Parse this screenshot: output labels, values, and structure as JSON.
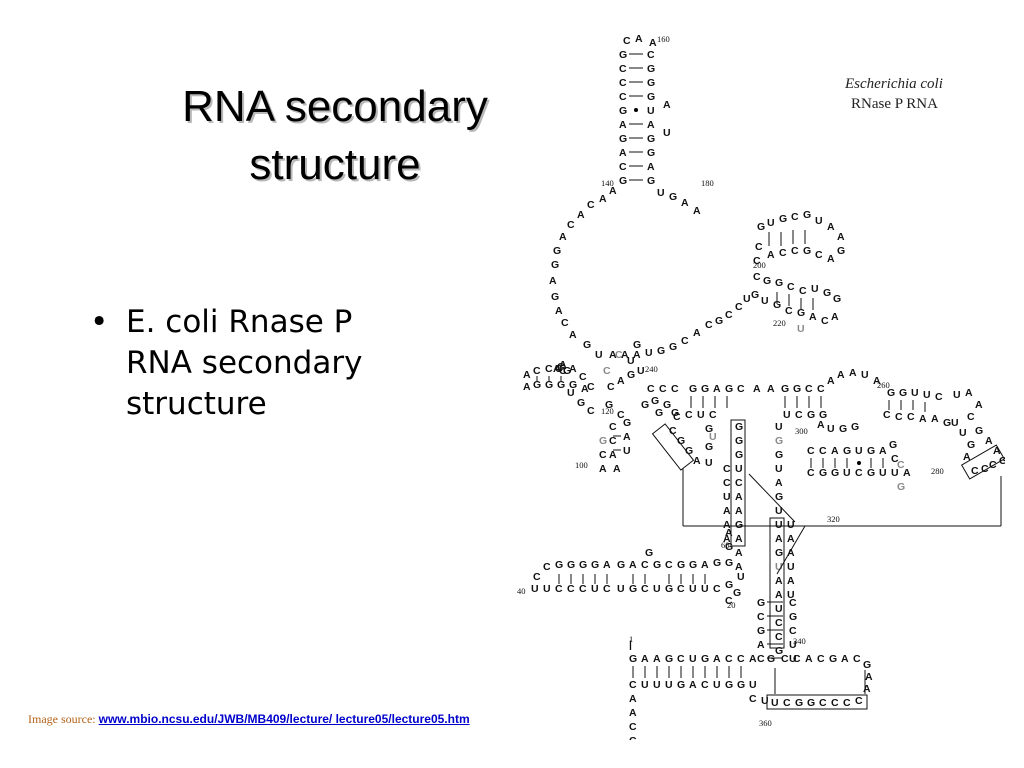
{
  "slide": {
    "title_line1": "RNA secondary",
    "title_line2": "structure",
    "bullets": [
      {
        "marker": "•",
        "lines": [
          "E. coli Rnase P",
          "RNA secondary",
          "structure"
        ]
      }
    ],
    "source_prefix": "Image source:",
    "source_link": "www.mbio.ncsu.edu/JWB/MB409/lecture/ lecture05/lecture05.htm"
  },
  "figure": {
    "caption_line1": "Escherichia coli",
    "caption_line2": "RNase P RNA",
    "numbers": {
      "n1": "1",
      "n20": "20",
      "n40": "40",
      "n60": "60",
      "n100": "100",
      "n120": "120",
      "n140": "140",
      "n160": "160",
      "n180": "180",
      "n200": "200",
      "n220": "220",
      "n240": "240",
      "n260": "260",
      "n280": "280",
      "n300": "300",
      "n320": "320",
      "n340": "340",
      "n360": "360"
    }
  }
}
